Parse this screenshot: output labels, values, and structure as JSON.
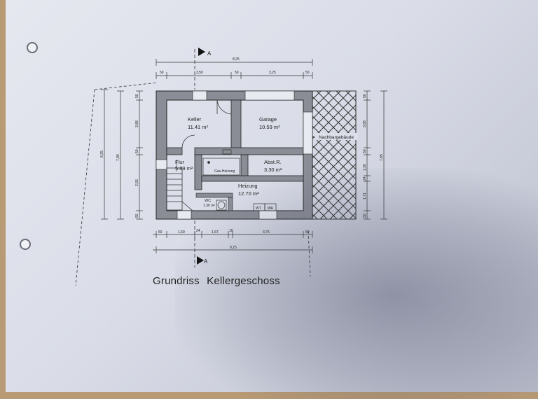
{
  "caption": "Grundriss  Kellergeschoss",
  "section_marker": "A",
  "rooms": [
    {
      "name": "Keller",
      "area": "11.41 m²"
    },
    {
      "name": "Garage",
      "area": "10.59 m²"
    },
    {
      "name": "Flur",
      "area": "5.89 m²"
    },
    {
      "name": "Abst.R.",
      "area": "3.30 m²"
    },
    {
      "name": "Heizung",
      "area": "12.70 m²"
    },
    {
      "name": "WC",
      "area": "1.30 m²"
    }
  ],
  "adjacent_building": "Nachbargebäude",
  "fixtures": {
    "gas_heater": "Gas-Heizung",
    "wt": "WT",
    "wa": "WA"
  },
  "dims_top": {
    "total": "8,25",
    "segments": [
      "50",
      "3,50",
      "50",
      "3,25",
      "50"
    ]
  },
  "dims_bottom": {
    "total": "8,25",
    "segments": [
      "50",
      "1,69",
      "24",
      "1,67",
      "10",
      "3,75",
      "50"
    ]
  },
  "dims_left": {
    "outer": "8,25",
    "middle": "7,85",
    "segments": [
      "50",
      "3,88",
      "50",
      "2,55",
      "50"
    ]
  },
  "dims_right": {
    "outer": "7,85",
    "segments": [
      "50",
      "3,88",
      "50",
      "1,26",
      "24",
      "1,71",
      "50"
    ]
  },
  "colors": {
    "paper": "#dcdfea",
    "wall": "#8a8d96",
    "line": "#2a2a2a"
  }
}
